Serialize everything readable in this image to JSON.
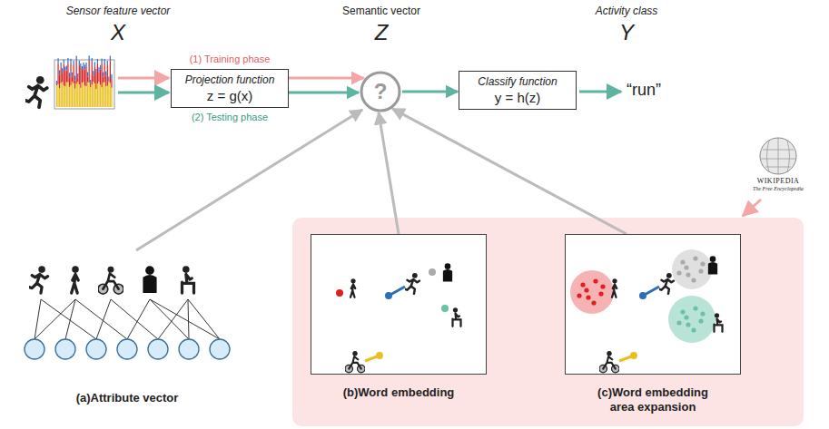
{
  "diagram": {
    "nodes": [
      {
        "text": [
          "Projection function",
          "z = g(x)"
        ]
      },
      {
        "text": [
          "?"
        ]
      },
      {
        "text": [
          "Classify function",
          "y = h(z)"
        ]
      },
      {
        "text": [
          "(b)Word embedding"
        ]
      },
      {
        "text": [
          "(c)Word embedding area expansion"
        ]
      }
    ],
    "edges": [
      {
        "from": 0,
        "to": 1,
        "arrow": "to"
      },
      {
        "from": 0,
        "to": 1,
        "arrow": "to"
      },
      {
        "from": 1,
        "to": 2,
        "arrow": "to"
      },
      {
        "from": 3,
        "to": 1,
        "arrow": "to"
      },
      {
        "from": 4,
        "to": 1,
        "arrow": "to"
      }
    ],
    "labels": [
      "Sensor feature vector",
      "X",
      "Semantic vector",
      "Z",
      "Activity class",
      "Y",
      "(1) Training phase",
      "(2) Testing phase",
      "“run”",
      "(a)Attribute vector",
      "WIKIPEDIA",
      "The Free Encyclopedia"
    ]
  }
}
